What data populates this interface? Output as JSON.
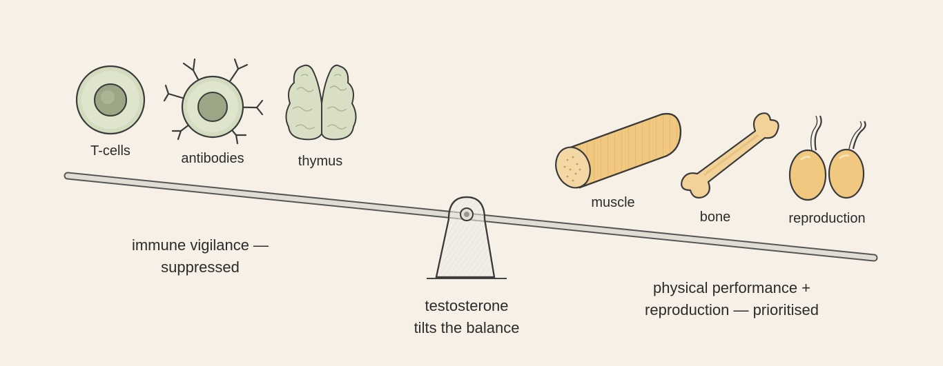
{
  "colors": {
    "background": "#f6f0e7",
    "immune_green": "#d4dcc0",
    "immune_dark": "#9aa686",
    "performance_orange": "#f0c880",
    "ink": "#3a3a3a"
  },
  "immune_side": {
    "items": [
      {
        "label": "T-cells",
        "icon": "t-cell-icon"
      },
      {
        "label": "antibodies",
        "icon": "antibody-cell-icon"
      },
      {
        "label": "thymus",
        "icon": "thymus-icon"
      }
    ],
    "caption_line1": "immune vigilance —",
    "caption_line2": "suppressed"
  },
  "performance_side": {
    "items": [
      {
        "label": "muscle",
        "icon": "muscle-icon"
      },
      {
        "label": "bone",
        "icon": "bone-icon"
      },
      {
        "label": "reproduction",
        "icon": "testes-icon"
      }
    ],
    "caption_line1": "physical performance +",
    "caption_line2": "reproduction — prioritised"
  },
  "fulcrum": {
    "caption_line1": "testosterone",
    "caption_line2": "tilts the balance"
  }
}
